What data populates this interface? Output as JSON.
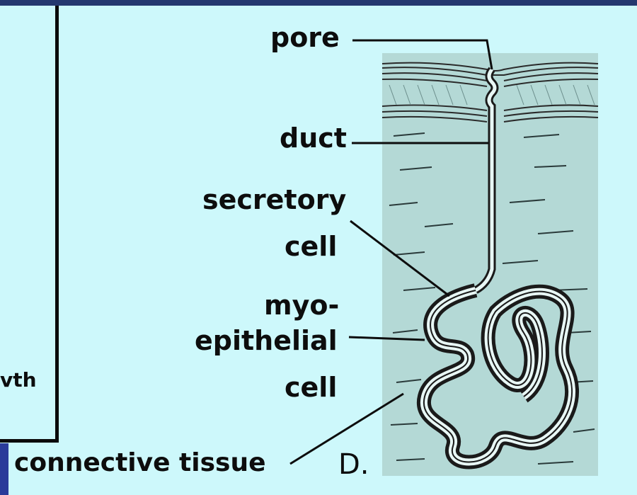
{
  "left_panel": {
    "truncated_text": "vth"
  },
  "diagram": {
    "labels": {
      "pore": "pore",
      "duct": "duct",
      "secretory_1": "secretory",
      "secretory_2": "cell",
      "myo_1": "myo-",
      "myo_2": "epithelial",
      "myo_3": "cell",
      "connective": "connective tissue",
      "panel_letter": "D."
    }
  },
  "colors": {
    "background": "#cdf8fb",
    "frame": "#1c2f6b",
    "tissue": "#b4d9d6",
    "ink": "#0d0d0d"
  }
}
